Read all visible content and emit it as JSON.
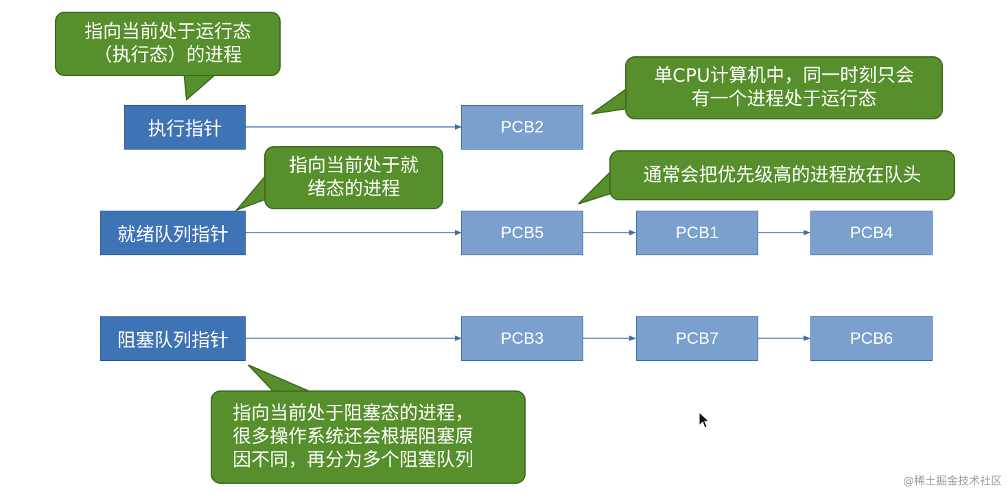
{
  "pointers": {
    "exec": "执行指针",
    "ready": "就绪队列指针",
    "blocked": "阻塞队列指针"
  },
  "pcbs": {
    "exec": [
      "PCB2"
    ],
    "ready": [
      "PCB5",
      "PCB1",
      "PCB4"
    ],
    "blocked": [
      "PCB3",
      "PCB7",
      "PCB6"
    ]
  },
  "callouts": {
    "exec_ptr": "指向当前处于运行态\n（执行态）的进程",
    "single_cpu": "单CPU计算机中，同一时刻只会\n有一个进程处于运行态",
    "ready_ptr": "指向当前处于就\n绪态的进程",
    "priority": "通常会把优先级高的进程放在队头",
    "blocked_ptr": "指向当前处于阻塞态的进程，\n很多操作系统还会根据阻塞原\n因不同，再分为多个阻塞队列"
  },
  "colors": {
    "pointer_box": "#3e73b5",
    "pcb_box": "#7ba0cd",
    "callout": "#578f2c",
    "arrow": "#4a78b0"
  },
  "watermark": "@稀土掘金技术社区"
}
